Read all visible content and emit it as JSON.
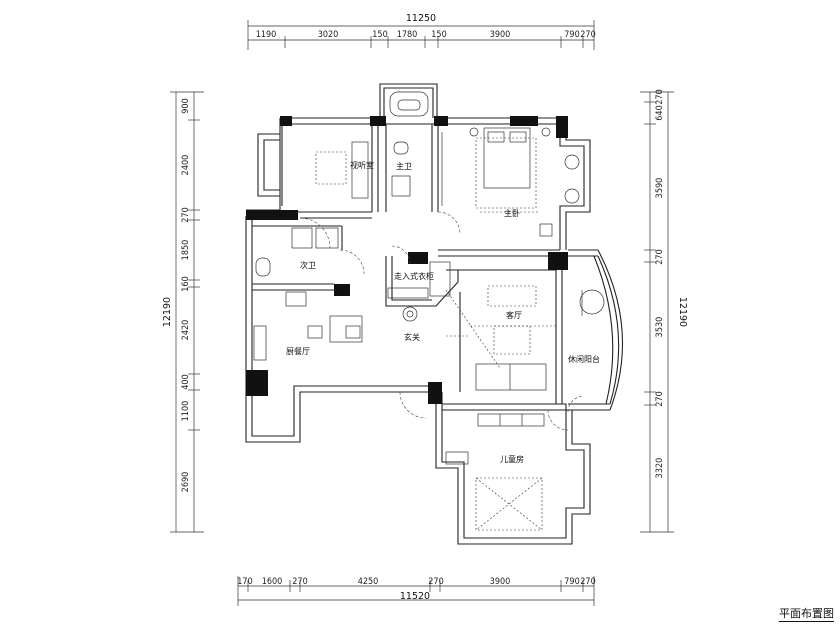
{
  "plan_title": "平面布置图",
  "dimensions": {
    "top_total": "11250",
    "top_segments": [
      "1190",
      "3020",
      "150",
      "1780",
      "150",
      "3900",
      "790",
      "270"
    ],
    "bottom_total": "11520",
    "bottom_segments": [
      "170",
      "1600",
      "270",
      "4250",
      "270",
      "3900",
      "790",
      "270"
    ],
    "left_total": "12190",
    "left_segments": [
      "900",
      "2400",
      "270",
      "1850",
      "160",
      "2420",
      "400",
      "1100",
      "2690"
    ],
    "right_total": "12190",
    "right_segments": [
      "270",
      "640",
      "3590",
      "270",
      "3530",
      "270",
      "3320"
    ]
  },
  "rooms": {
    "study": "视听室",
    "master_bath": "主卫",
    "master_bedroom": "主卧",
    "second_bath": "次卫",
    "walk_in_closet": "走入式衣柜",
    "dining_hall": "厨餐厅",
    "foyer": "玄关",
    "living_room": "客厅",
    "leisure_balcony": "休闲阳台",
    "kids_room": "儿童房"
  }
}
